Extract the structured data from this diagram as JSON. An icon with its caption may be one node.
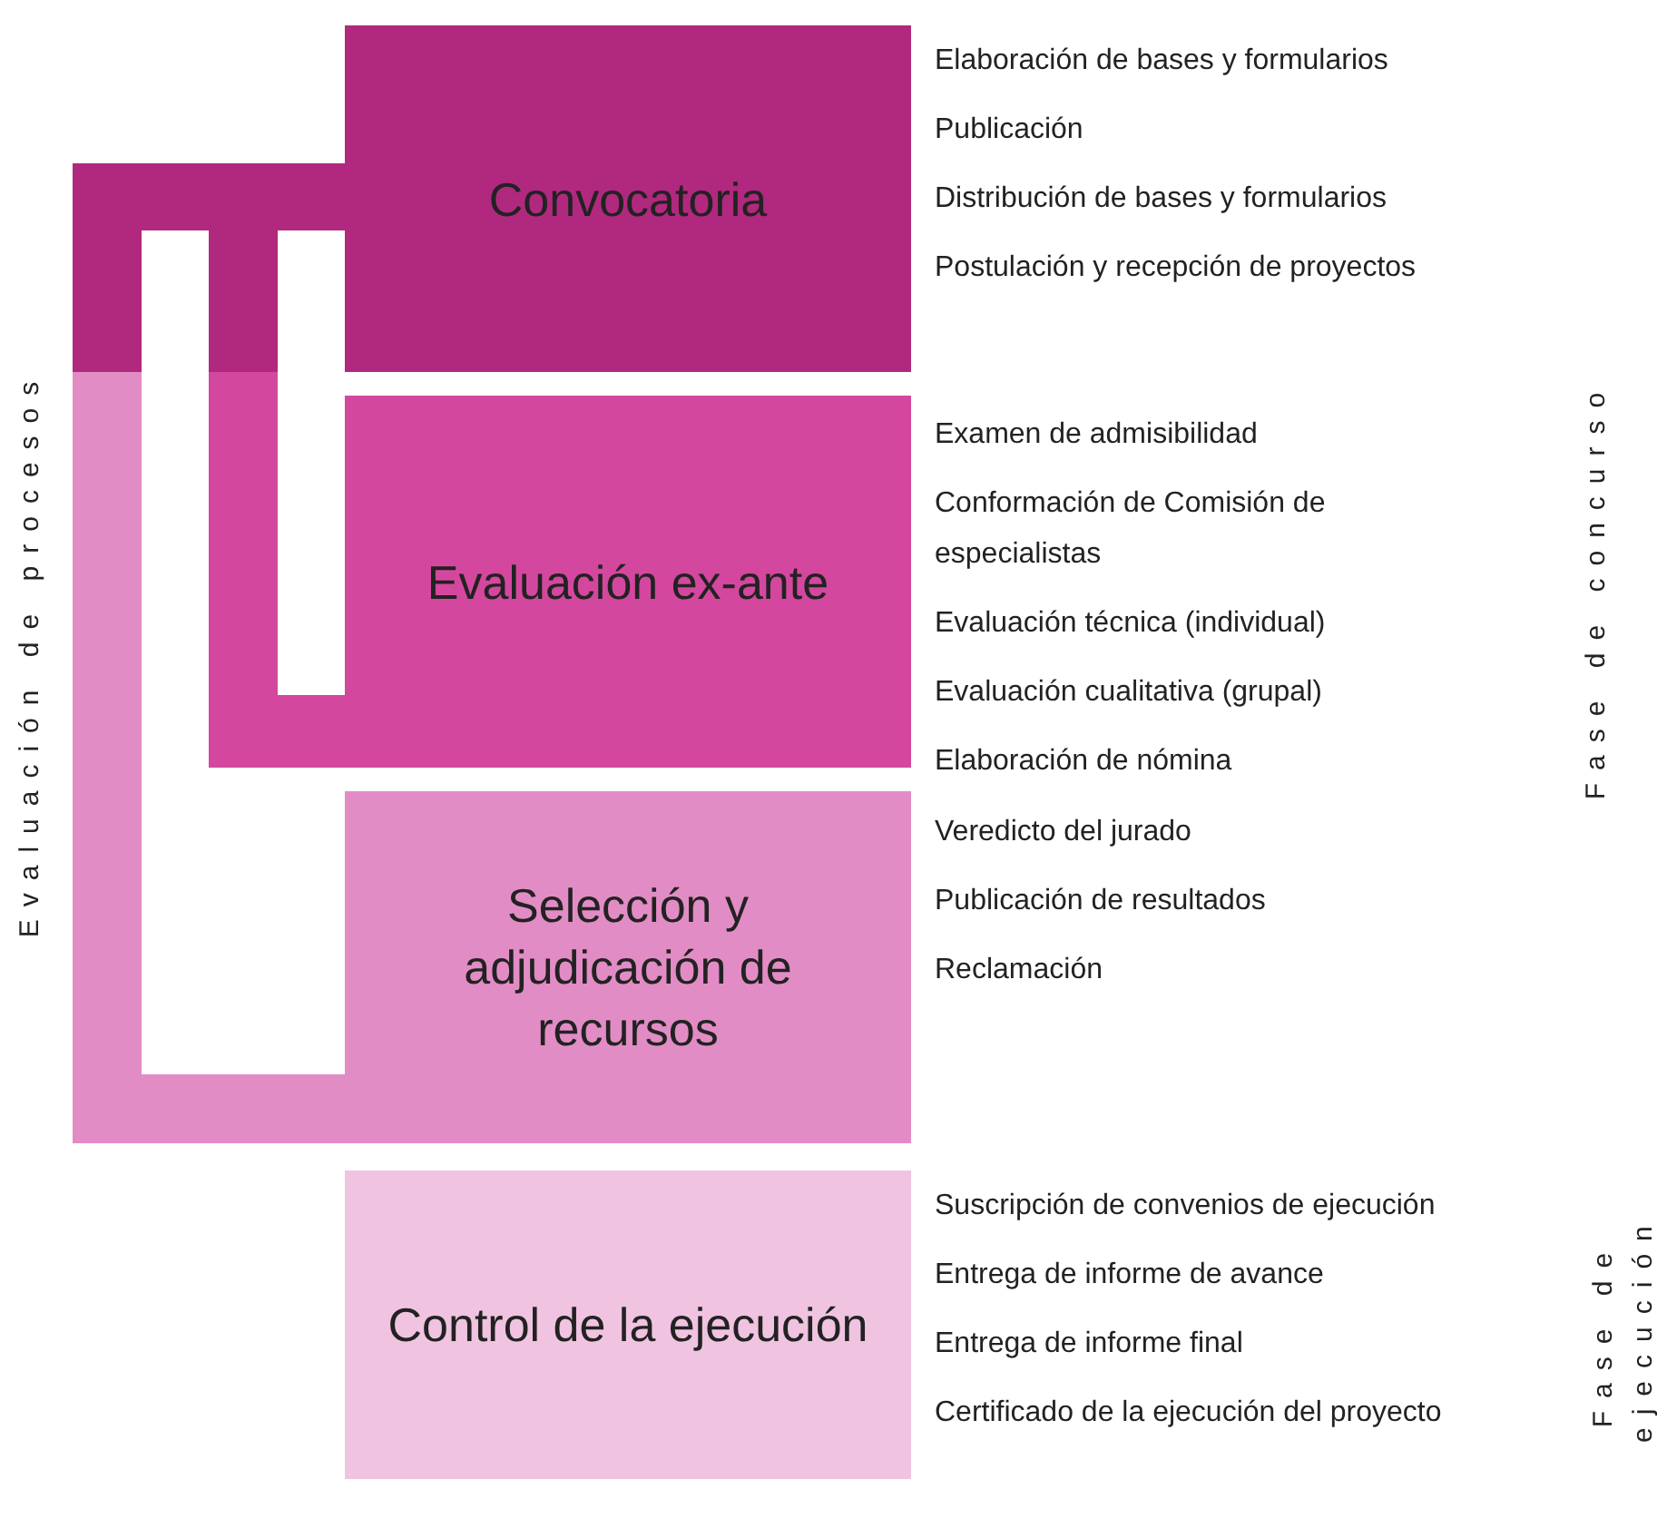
{
  "diagram": {
    "nodes": [
      {
        "text": [
          "Convocatoria"
        ],
        "beside": [
          "Elaboración de bases y formularios",
          "Publicación",
          "Distribución de bases y formularios",
          "Postulación y recepción de proyectos"
        ]
      },
      {
        "text": [
          "Evaluación ex-ante"
        ],
        "beside": [
          "Examen de admisibilidad",
          "Conformación de Comisión de especialistas",
          "Evaluación técnica (individual)",
          "Evaluación cualitativa (grupal)",
          "Elaboración de nómina"
        ]
      },
      {
        "text": [
          "Selección y adjudicación de recursos"
        ],
        "beside": [
          "Veredicto del jurado",
          "Publicación de resultados",
          "Reclamación"
        ]
      },
      {
        "text": [
          "Control de la ejecución"
        ],
        "beside": [
          "Suscripción de convenios de ejecución",
          "Entrega de informe de avance",
          "Entrega de informe final",
          "Certificado de la ejecución del proyecto"
        ]
      }
    ],
    "edges": [],
    "labels": [
      "Evaluación de procesos",
      "Fase de concurso",
      "Fase de ejecución"
    ]
  }
}
